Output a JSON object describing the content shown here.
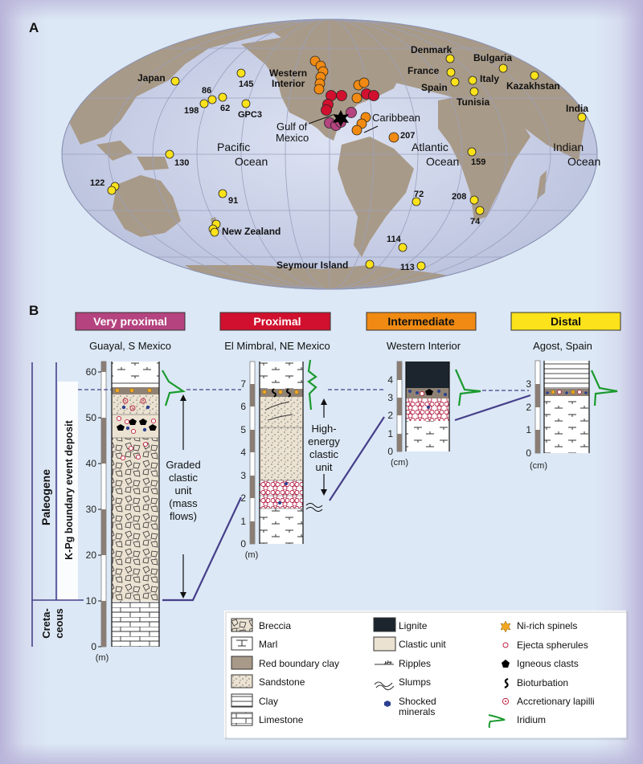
{
  "panel_a": {
    "label": "A",
    "ocean_labels": [
      {
        "id": "pacific",
        "lines": [
          "Pacific",
          "Ocean"
        ]
      },
      {
        "id": "atlantic",
        "lines": [
          "Atlantic",
          "Ocean"
        ]
      },
      {
        "id": "indian",
        "lines": [
          "Indian",
          "Ocean"
        ]
      }
    ],
    "site_labels": {
      "japan": "Japan",
      "s145": "145",
      "s86": "86",
      "s198": "198",
      "s62": "62",
      "gpc3": "GPC3",
      "western_interior_1": "Western",
      "western_interior_2": "Interior",
      "gulf_1": "Gulf of",
      "gulf_2": "Mexico",
      "caribbean": "Caribbean",
      "s207": "207",
      "denmark": "Denmark",
      "france": "France",
      "spain": "Spain",
      "italy": "Italy",
      "tunisia": "Tunisia",
      "bulgaria": "Bulgaria",
      "kazakhstan": "Kazakhstan",
      "india": "India",
      "s130": "130",
      "s122": "122",
      "s91": "91",
      "new_zealand": "New Zealand",
      "s159": "159",
      "s72": "72",
      "s208": "208",
      "s74": "74",
      "s114": "114",
      "s113": "113",
      "seymour": "Seymour Island"
    },
    "colors": {
      "very_proximal": "#b4437f",
      "proximal": "#d0102e",
      "intermediate": "#f08a12",
      "distal": "#fbe21a",
      "land": "#a89a88",
      "ocean": "#c8cfe6"
    }
  },
  "panel_b": {
    "label": "B",
    "columns": [
      {
        "category": "Very proximal",
        "site": "Guayal, S Mexico",
        "color": "#b4437f",
        "text_color": "#ffffff",
        "unit": "(m)",
        "ticks": [
          "0",
          "10",
          "20",
          "30",
          "40",
          "50",
          "60"
        ]
      },
      {
        "category": "Proximal",
        "site": "El Mimbral, NE Mexico",
        "color": "#d0102e",
        "text_color": "#ffffff",
        "unit": "(m)",
        "ticks": [
          "0",
          "1",
          "2",
          "3",
          "4",
          "5",
          "6",
          "7"
        ]
      },
      {
        "category": "Intermediate",
        "site": "Western Interior",
        "color": "#f08a12",
        "text_color": "#111111",
        "unit": "(cm)",
        "ticks": [
          "0",
          "1",
          "2",
          "3",
          "4"
        ]
      },
      {
        "category": "Distal",
        "site": "Agost, Spain",
        "color": "#fbe21a",
        "text_color": "#111111",
        "unit": "(cm)",
        "ticks": [
          "0",
          "1",
          "2",
          "3"
        ]
      }
    ],
    "periods": {
      "paleogene": "Paleogene",
      "cretaceous_1": "Creta-",
      "cretaceous_2": "ceous",
      "kpg_deposit": "K-Pg boundary event deposit"
    },
    "annotations": {
      "graded": [
        "Graded",
        "clastic",
        "unit",
        "(mass",
        "flows)"
      ],
      "high_energy": [
        "High-",
        "energy",
        "clastic",
        "unit"
      ]
    },
    "legend": {
      "col1": [
        "Breccia",
        "Marl",
        "Red boundary clay",
        "Sandstone",
        "Clay",
        "Limestone"
      ],
      "col2": [
        "Lignite",
        "Clastic unit",
        "Ripples",
        "Slumps",
        "Shocked",
        "minerals"
      ],
      "col3": [
        "Ni-rich spinels",
        "Ejecta spherules",
        "Igneous clasts",
        "Bioturbation",
        "Accretionary lapilli",
        "Iridium"
      ]
    }
  }
}
